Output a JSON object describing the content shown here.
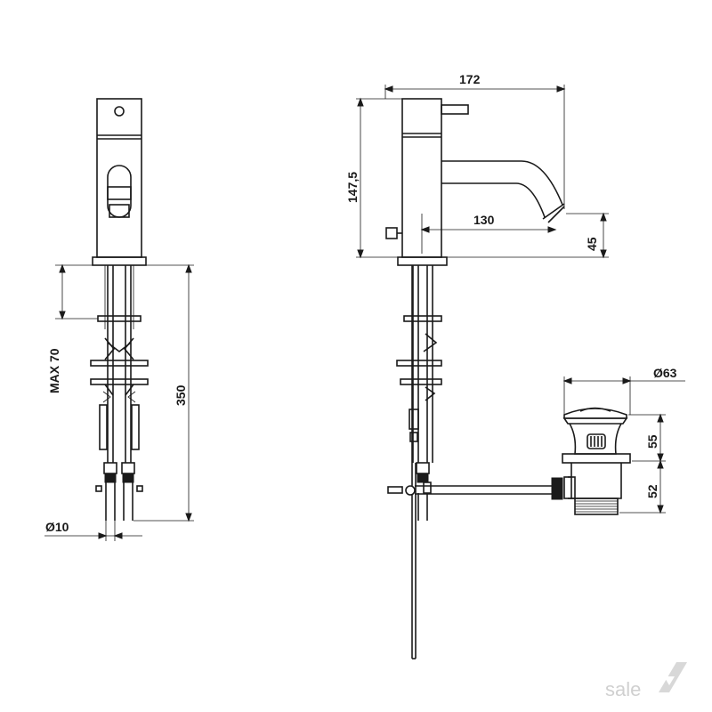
{
  "dimensions": {
    "width_total": "172",
    "height_spout": "147,5",
    "spout_reach": "130",
    "spout_clearance": "45",
    "max_deck": "MAX 70",
    "hose_length": "350",
    "hose_diameter": "Ø10",
    "waste_diameter": "Ø63",
    "waste_upper": "55",
    "waste_lower": "52"
  },
  "watermark": {
    "text": "sale",
    "logo": "sale-logo-icon"
  }
}
